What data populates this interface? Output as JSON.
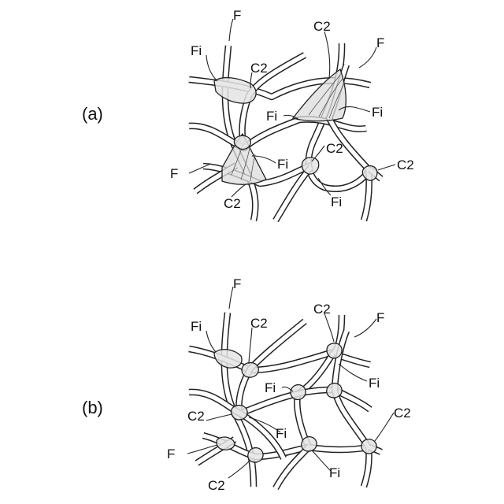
{
  "figure": {
    "panel_a": {
      "label": "(a)",
      "annotations": {
        "F_top": "F",
        "F_upper_right": "F",
        "F_left": "F",
        "Fi_upper_left": "Fi",
        "Fi_center": "Fi",
        "Fi_right": "Fi",
        "Fi_mid": "Fi",
        "Fi_bottom": "Fi",
        "C2_upper_left": "C2",
        "C2_upper_right": "C2",
        "C2_mid": "C2",
        "C2_right": "C2",
        "C2_bottom": "C2"
      }
    },
    "panel_b": {
      "label": "(b)",
      "annotations": {
        "F_top": "F",
        "F_upper_right": "F",
        "F_left": "F",
        "Fi_upper_left": "Fi",
        "Fi_center": "Fi",
        "Fi_right": "Fi",
        "Fi_mid": "Fi",
        "Fi_bottom": "Fi",
        "C2_upper_left": "C2",
        "C2_upper_right": "C2",
        "C2_left": "C2",
        "C2_right": "C2",
        "C2_bottom": "C2"
      }
    }
  }
}
